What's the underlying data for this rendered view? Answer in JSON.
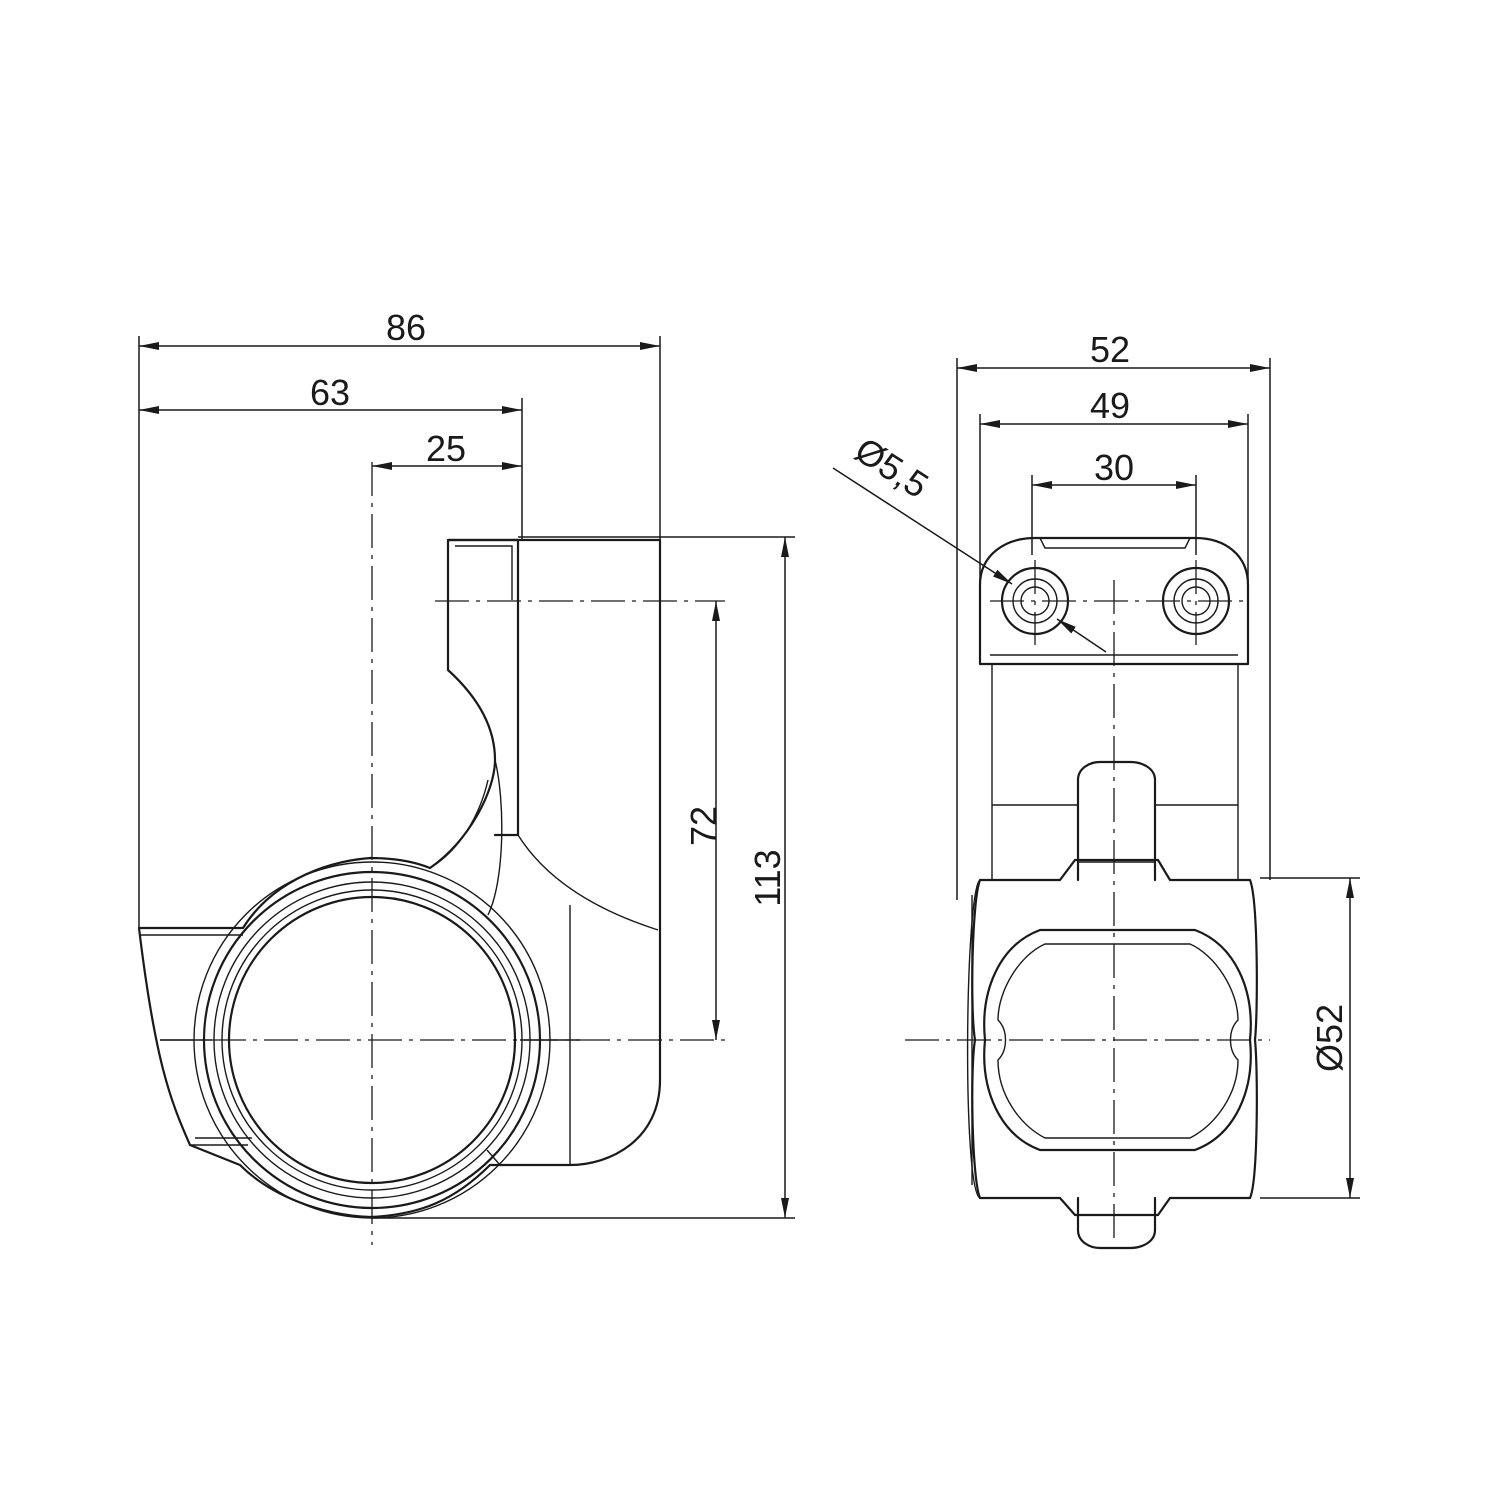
{
  "drawing": {
    "side_view": {
      "dimensions": {
        "width_overall": "86",
        "width_mid": "63",
        "width_offset": "25",
        "height_hole_to_axis": "72",
        "height_overall": "113"
      }
    },
    "front_view": {
      "dimensions": {
        "width_overall": "52",
        "width_inner": "49",
        "hole_spacing": "30",
        "hole_diameter": "Ø5,5",
        "tube_diameter": "Ø52"
      }
    }
  }
}
